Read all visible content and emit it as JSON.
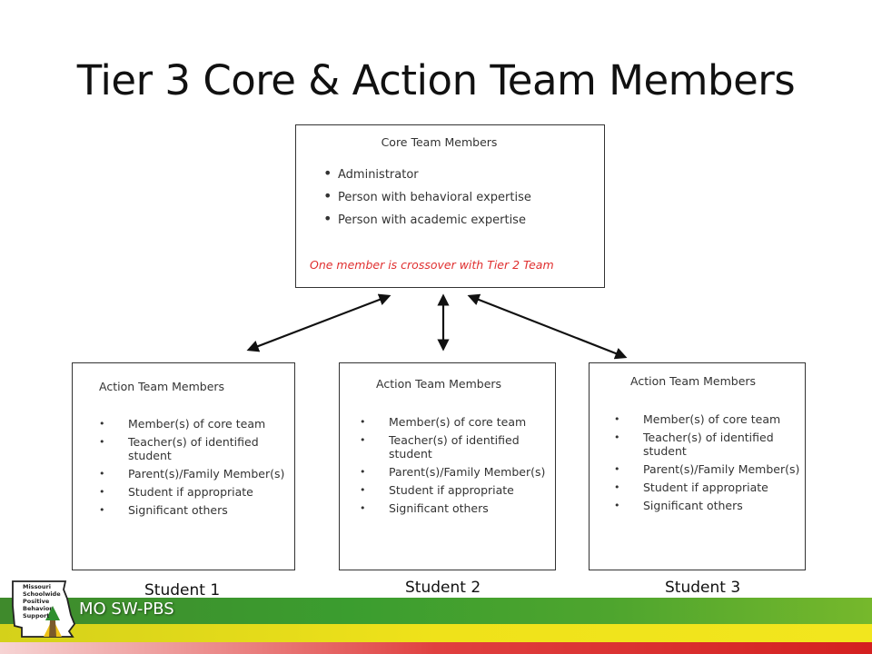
{
  "title": "Tier 3 Core & Action Team Members",
  "core_team": {
    "title": "Core Team Members",
    "members": [
      "Administrator",
      "Person with behavioral expertise",
      "Person with academic expertise"
    ],
    "note": "One member is crossover with Tier 2 Team"
  },
  "action_teams": [
    {
      "title": "Action Team Members",
      "members": [
        "Member(s) of core team",
        "Teacher(s) of identified student",
        "Parent(s)/Family Member(s)",
        "Student if appropriate",
        "Significant others"
      ],
      "student": "Student 1"
    },
    {
      "title": "Action Team Members",
      "members": [
        "Member(s) of core team",
        "Teacher(s) of identified student",
        "Parent(s)/Family Member(s)",
        "Student if appropriate",
        "Significant others"
      ],
      "student": "Student 2"
    },
    {
      "title": "Action Team Members",
      "members": [
        "Member(s) of core team",
        "Teacher(s) of identified student",
        "Parent(s)/Family Member(s)",
        "Student if appropriate",
        "Significant others"
      ],
      "student": "Student 3"
    }
  ],
  "footer": {
    "brand": "MO SW-PBS",
    "logo_lines": [
      "Missouri",
      "Schoolwide",
      "Positive",
      "Behavior",
      "Support"
    ]
  },
  "colors": {
    "note_red": "#e03030",
    "footer_green": "#3b9d2f",
    "footer_yellow": "#efe21a",
    "footer_red": "#d42020"
  }
}
